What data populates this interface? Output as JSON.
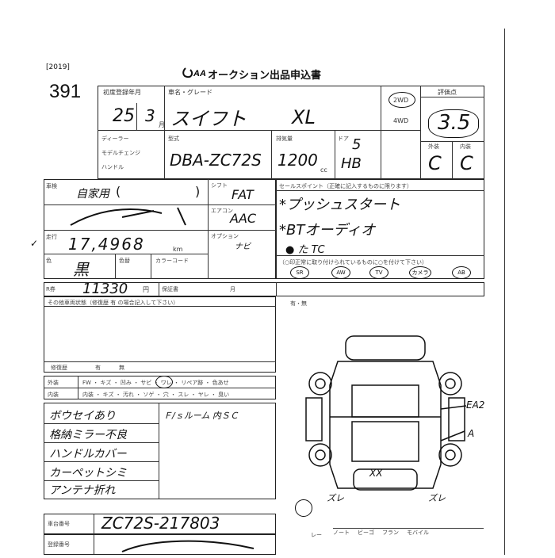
{
  "header": {
    "year_tag": "[2019]",
    "lot_number": "391",
    "form_title": "オークション出品申込書",
    "logo": "J"
  },
  "vehicle": {
    "reg_label": "初度登録年月",
    "year": "25",
    "month": "3",
    "month_unit": "月",
    "name_label": "車名・グレード",
    "model_name": "スイフト",
    "grade": "XL",
    "drive_2wd": "2WD",
    "drive_4wd": "4WD",
    "score_label": "評価点",
    "score": "3.5",
    "dealer_label": "ディーラー",
    "model_year_label": "モデルチェンジ",
    "handle_label": "ハンドル",
    "type_label": "型式",
    "model_code": "DBA-ZC72S",
    "displacement_label": "排気量",
    "displacement": "1200",
    "displacement_unit": "cc",
    "doors_label": "ドア",
    "doors": "5",
    "body_type": "HB",
    "ext_label": "外装",
    "int_label": "内装",
    "ext_grade": "C",
    "int_grade": "C"
  },
  "details": {
    "inspection_label": "車検",
    "inspection_value": "自家用",
    "paren_open": "(",
    "paren_close": ")",
    "shift_label": "シフト",
    "shift": "FAT",
    "ac_label": "エアコン",
    "ac": "AAC",
    "option_label": "オプション",
    "option_value": "ナビ",
    "sales_point_label": "セールスポイント（正確に記入するものに限ります）",
    "sales_points": [
      "*プッシュスタート",
      "*BTオーディオ"
    ],
    "sales_extra": "● た TC",
    "mileage_label": "走行",
    "mileage": "17,4968",
    "mileage_unit": "km",
    "color_label": "色",
    "color": "黒",
    "color_change_label": "色替",
    "color_code_label": "カラーコード",
    "equip_caption": "（○印正常に取り付けられているものに○を付けて下さい）",
    "equip_icons": [
      "SR",
      "AW",
      "TV",
      "カメラ",
      "AB"
    ],
    "recycle_label": "R券",
    "recycle_amount": "11330",
    "recycle_unit": "円",
    "warranty_label": "保証書",
    "month_label": "月",
    "notes_title": "その他車両状態（修復歴 有 の場合記入して下さい）",
    "manual_label": "有・無",
    "repair_history_label": "修復歴",
    "repair_options": "有・無",
    "item_labels": [
      "修復歴",
      "有",
      "無"
    ]
  },
  "repair": {
    "exterior_label": "外装",
    "interior_label": "内装",
    "ext_row": "FW ・ キズ ・ 凹み ・ サビ ・ ワレ ・ リペア跡 ・ 色あせ",
    "int_row": "内装 ・ キズ ・ 汚れ ・ ソゲ ・ 穴 ・ スレ ・ ヤレ ・ 臭い"
  },
  "handwritten_notes": {
    "left": [
      "ボウセイあり",
      "格納ミラー不良",
      "ハンドルカバー",
      "カーペットシミ",
      "アンテナ折れ"
    ],
    "right": "Ｆ/ｓルーム 内ＳＣ"
  },
  "diagram": {
    "marks": [
      "EA2",
      "A",
      "XX",
      "ズレ",
      "ズレ"
    ]
  },
  "chassis": {
    "label": "車台番号",
    "number": "ZC72S-217803",
    "label2": "登録番号"
  },
  "footer": {
    "note_left": "レー",
    "codes": [
      "ノート",
      "ビーゴ",
      "フラン",
      "モバイル"
    ]
  }
}
